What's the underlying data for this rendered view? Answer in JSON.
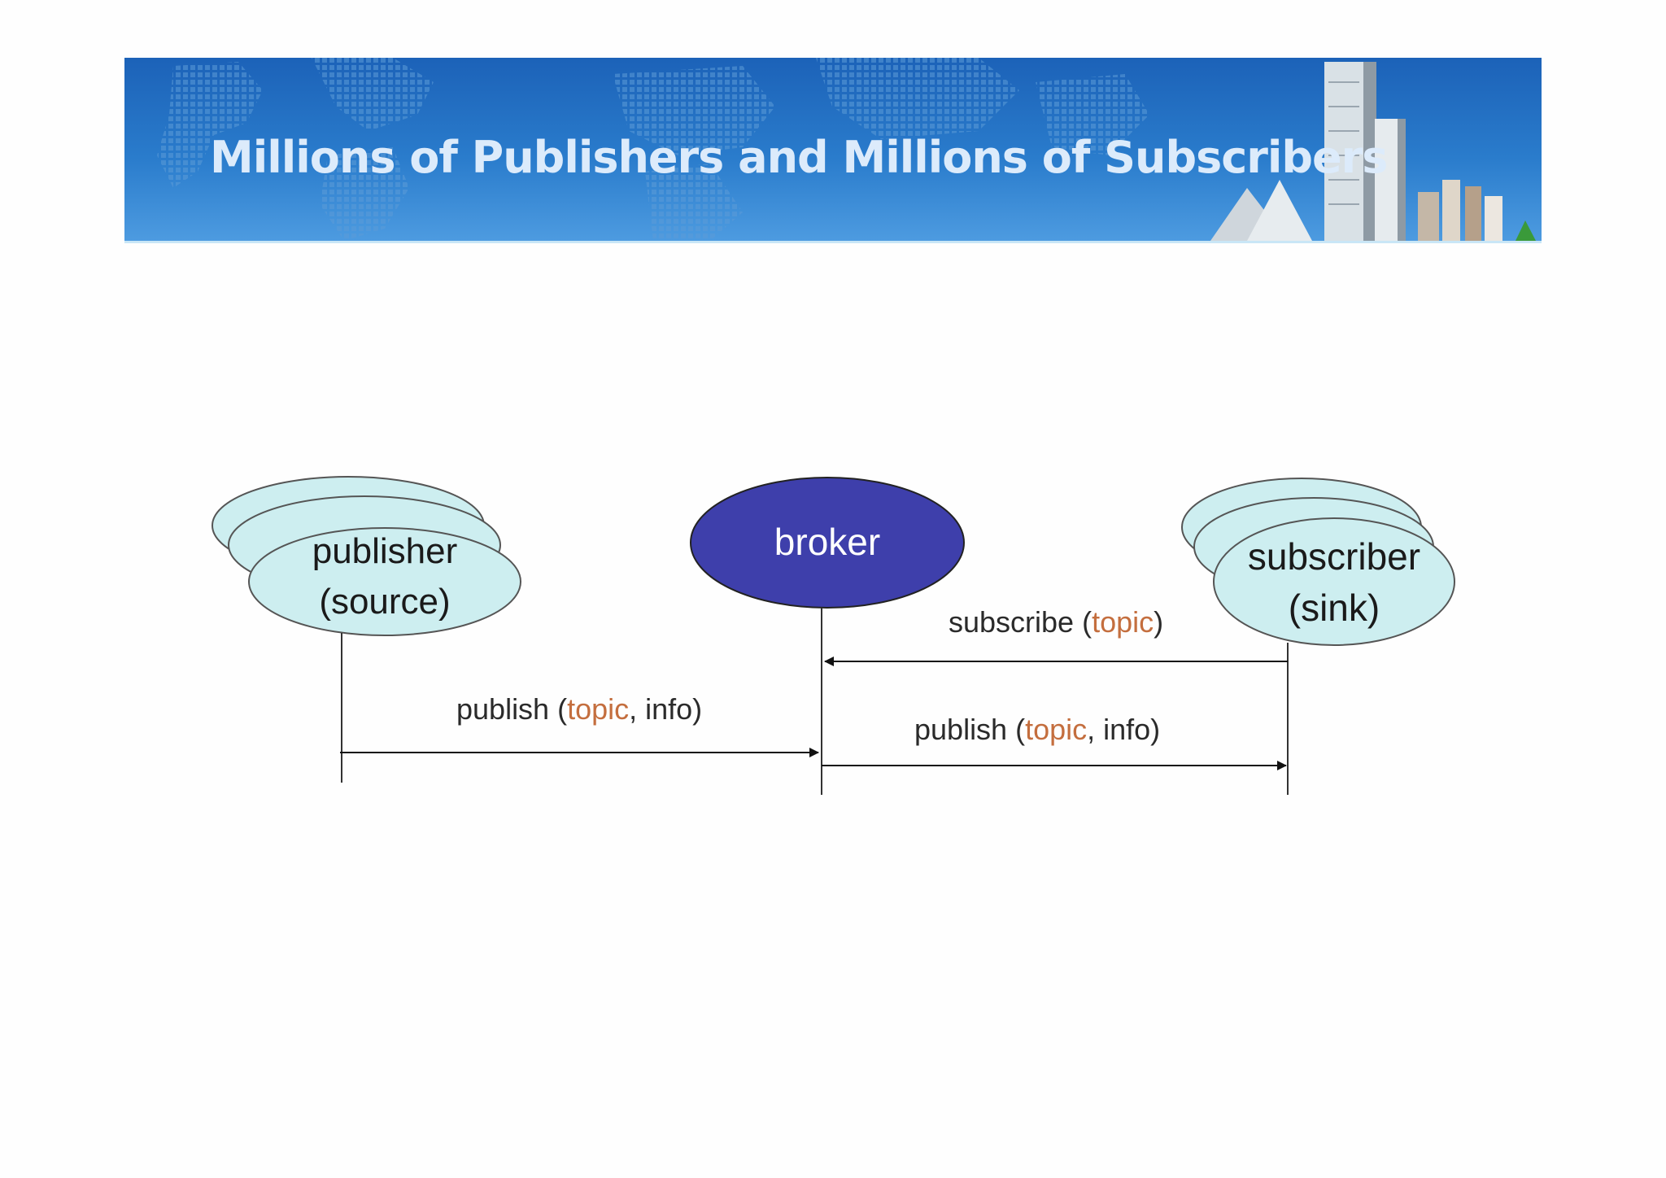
{
  "slide": {
    "title": "Millions of Publishers and Millions of Subscribers"
  },
  "nodes": {
    "publisher": {
      "line1": "publisher",
      "line2": "(source)"
    },
    "broker": {
      "label": "broker"
    },
    "subscriber": {
      "line1": "subscriber",
      "line2": "(sink)"
    }
  },
  "messages": {
    "publish_to_broker": {
      "prefix": "publish (",
      "topic": "topic",
      "suffix": ", info)"
    },
    "subscribe": {
      "prefix": "subscribe (",
      "topic": "topic",
      "suffix": ")"
    },
    "publish_to_subscriber": {
      "prefix": "publish (",
      "topic": "topic",
      "suffix": ", info)"
    }
  },
  "colors": {
    "banner_blue": "#1c62b8",
    "title_text": "#dcebfb",
    "node_fill": "#cdeef0",
    "broker_fill": "#3e3fab",
    "topic_text": "#c46e3e"
  }
}
